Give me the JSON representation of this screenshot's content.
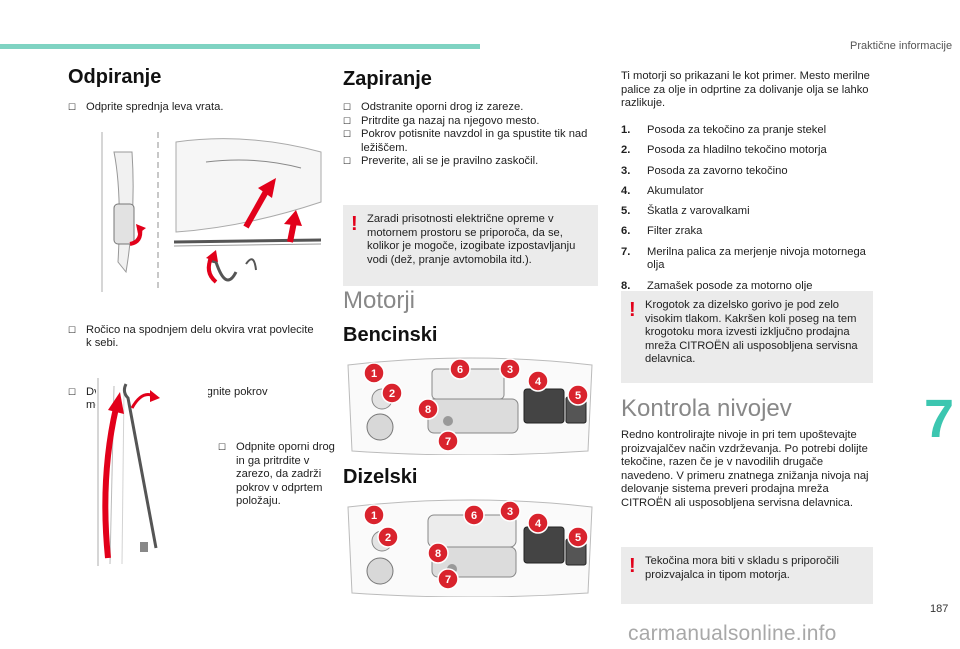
{
  "header": {
    "section": "Praktične informacije"
  },
  "col1": {
    "title": "Odpiranje",
    "step1": "Odprite sprednja leva vrata.",
    "step2": "Ročico na spodnjem delu okvira vrat povlecite k sebi.",
    "step3": "Dvignite ročico in privzdignite pokrov motornega prostora.",
    "step4": "Odpnite oporni drog in ga pritrdite v zarezo, da zadrži pokrov v odprtem položaju."
  },
  "col2": {
    "title": "Zapiranje",
    "steps": [
      "Odstranite oporni drog iz zareze.",
      "Pritrdite ga nazaj na njegovo mesto.",
      "Pokrov potisnite navzdol in ga spustite tik nad ležiščem.",
      "Preverite, ali se je pravilno zaskočil."
    ],
    "warning": "Zaradi prisotnosti električne opreme v motornem prostoru se priporoča, da se, kolikor je mogoče, izogibate izpostavljanju vodi (dež, pranje avtomobila itd.).",
    "motors_title": "Motorji",
    "petrol_title": "Bencinski",
    "diesel_title": "Dizelski"
  },
  "col3": {
    "intro": "Ti motorji so prikazani le kot primer. Mesto merilne palice za olje in odprtine za dolivanje olja se lahko razlikuje.",
    "items": [
      {
        "n": "1.",
        "text": "Posoda za tekočino za pranje stekel"
      },
      {
        "n": "2.",
        "text": "Posoda za hladilno tekočino motorja"
      },
      {
        "n": "3.",
        "text": "Posoda za zavorno tekočino"
      },
      {
        "n": "4.",
        "text": "Akumulator"
      },
      {
        "n": "5.",
        "text": "Škatla z varovalkami"
      },
      {
        "n": "6.",
        "text": "Filter zraka"
      },
      {
        "n": "7.",
        "text": "Merilna palica za merjenje nivoja motornega olja"
      },
      {
        "n": "8.",
        "text": "Zamašek posode za motorno olje"
      }
    ],
    "warning1": "Krogotok za dizelsko gorivo je pod zelo visokim tlakom. Kakršen koli poseg na tem krogotoku mora izvesti izključno prodajna mreža CITROËN ali usposobljena servisna delavnica.",
    "level_title": "Kontrola nivojev",
    "level_text": "Redno kontrolirajte nivoje in pri tem upoštevajte proizvajalčev način vzdrževanja. Po potrebi dolijte tekočine, razen če je v navodilih drugače navedeno. V primeru znatnega znižanja nivoja naj delovanje sistema preveri prodajna mreža CITROËN ali usposobljena servisna delavnica.",
    "warning2": "Tekočina mora biti v skladu s priporočili proizvajalca in tipom motorja."
  },
  "labels": [
    "1",
    "2",
    "3",
    "4",
    "5",
    "6",
    "7",
    "8"
  ],
  "chapter": "7",
  "page_number": "187",
  "watermark": "carmanualsonline.info",
  "colors": {
    "accent": "#3cc6b0",
    "warning": "#e2001a",
    "badge": "#d9232d"
  }
}
